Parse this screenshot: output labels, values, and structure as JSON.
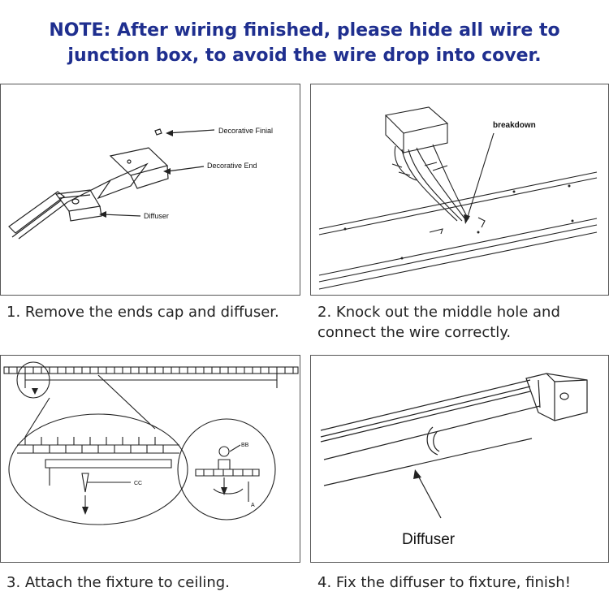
{
  "note": {
    "line1": "NOTE:  After wiring finished, please hide all wire to",
    "line2": "junction box, to avoid the wire drop into cover."
  },
  "panel1": {
    "label_finial": "Decorative Finial",
    "label_end": "Decorative End",
    "label_diffuser": "Diffuser",
    "caption": "1. Remove the ends cap and diffuser."
  },
  "panel2": {
    "label_breakdown": "breakdown",
    "caption_line1": "2. Knock out the middle hole and",
    "caption_line2": "connect the wire correctly."
  },
  "panel3": {
    "label_bb": "BB",
    "label_cc": "CC",
    "label_a": "A",
    "caption": "3. Attach the fixture to ceiling."
  },
  "panel4": {
    "label_diffuser": "Diffuser",
    "caption": "4. Fix the diffuser to fixture, finish!"
  },
  "colors": {
    "note_text": "#1f2f8f",
    "line_art": "#222222",
    "panel_border": "#555555"
  }
}
